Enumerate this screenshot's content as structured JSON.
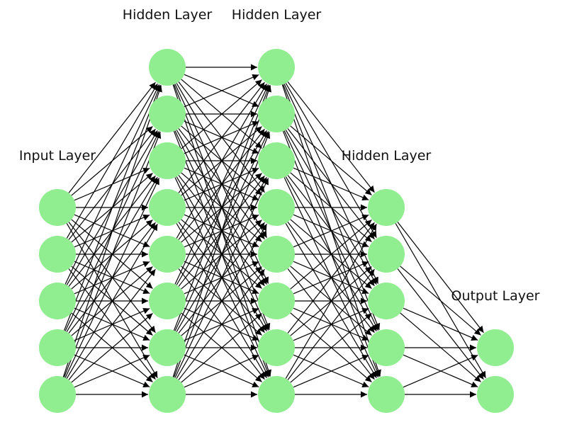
{
  "diagram": {
    "type": "feed-forward-neural-network",
    "node_color": "#90ee90",
    "edge_color": "#000000",
    "connectivity": "fully-connected",
    "layers": [
      {
        "label": "Input Layer",
        "nodes": 5
      },
      {
        "label": "Hidden Layer",
        "nodes": 8
      },
      {
        "label": "Hidden Layer",
        "nodes": 8
      },
      {
        "label": "Hidden Layer",
        "nodes": 5
      },
      {
        "label": "Output Layer",
        "nodes": 2
      }
    ]
  }
}
